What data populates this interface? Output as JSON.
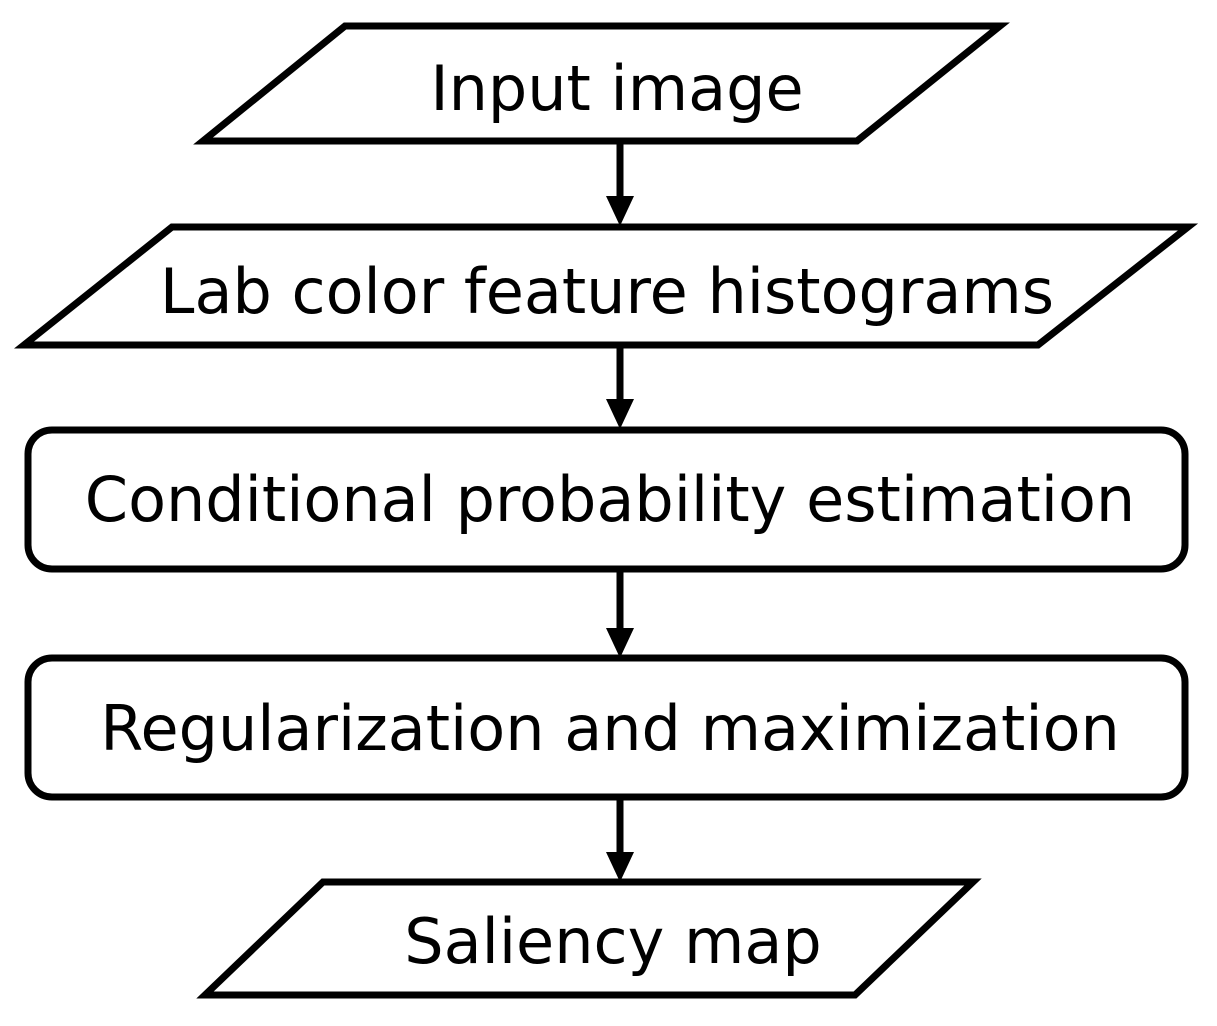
{
  "diagram": {
    "title": "Saliency detection pipeline flowchart",
    "orientation": "top-to-bottom",
    "background_color": "#ffffff",
    "stroke_color": "#000000",
    "text_color": "#000000",
    "nodes": [
      {
        "id": "input-image",
        "label": "Input image",
        "shape": "parallelogram",
        "role": "input"
      },
      {
        "id": "lab-color-feature-histograms",
        "label": "Lab color feature histograms",
        "shape": "parallelogram",
        "role": "data"
      },
      {
        "id": "conditional-probability-estimation",
        "label": "Conditional probability estimation",
        "shape": "rounded-rectangle",
        "role": "process"
      },
      {
        "id": "regularization-and-maximization",
        "label": "Regularization and maximization",
        "shape": "rounded-rectangle",
        "role": "process"
      },
      {
        "id": "saliency-map",
        "label": "Saliency map",
        "shape": "parallelogram",
        "role": "output"
      }
    ],
    "connectors": [
      {
        "id": "arrow-1",
        "from": "input-image",
        "to": "lab-color-feature-histograms",
        "style": "solid-arrow-down"
      },
      {
        "id": "arrow-2",
        "from": "lab-color-feature-histograms",
        "to": "conditional-probability-estimation",
        "style": "solid-arrow-down"
      },
      {
        "id": "arrow-3",
        "from": "conditional-probability-estimation",
        "to": "regularization-and-maximization",
        "style": "solid-arrow-down"
      },
      {
        "id": "arrow-4",
        "from": "regularization-and-maximization",
        "to": "saliency-map",
        "style": "solid-arrow-down"
      }
    ]
  }
}
